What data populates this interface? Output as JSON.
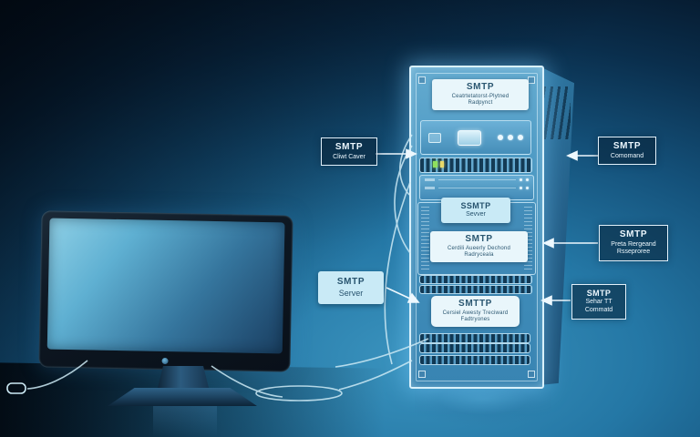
{
  "scene": {
    "description": "SMTP mail flow illustration: client monitor and glowing server rack with callout labels",
    "colors": {
      "wall_center": "#3b94bf",
      "wall_dark": "#04101f",
      "server_glow": "#d9f1fc",
      "server_face": "#4e9ac4",
      "label_cyan_bg": "#c9eaf6",
      "label_white_bg": "#e9f6fb",
      "label_dark_border": "#e2f1fb",
      "cable": "#cdeaf5",
      "screen_top": "#8fd0e6",
      "screen_bottom": "#1a3f60"
    }
  },
  "server": {
    "top_panel": {
      "line1": "SMTP",
      "line2": "Ceatrtetatorst-Plytned",
      "line3": "Radpynct"
    },
    "ssmtp_label": {
      "line1": "SSMTP",
      "line2": "Sevver"
    },
    "mid_label": {
      "line1": "SMTP",
      "line2": "Cerdili Aueerly Dechond",
      "line3": "Radryceala"
    },
    "lower_label": {
      "line1": "SMTTP",
      "line2": "Cersiel Awesty Treciward",
      "line3": "Fadtryones"
    }
  },
  "callouts": {
    "client": {
      "line1": "SMTP",
      "line2": "Cliwt Caver"
    },
    "command": {
      "line1": "SMTP",
      "line2": "Comomand"
    },
    "response": {
      "line1": "SMTP",
      "line2": "Preta Rergeand",
      "line3": "Rsseproree"
    },
    "server_box": {
      "line1": "SMTP",
      "line2": "Server"
    },
    "sehar": {
      "line1": "SMTP",
      "line2": "Sehar TT",
      "line3": "Commatd"
    }
  }
}
